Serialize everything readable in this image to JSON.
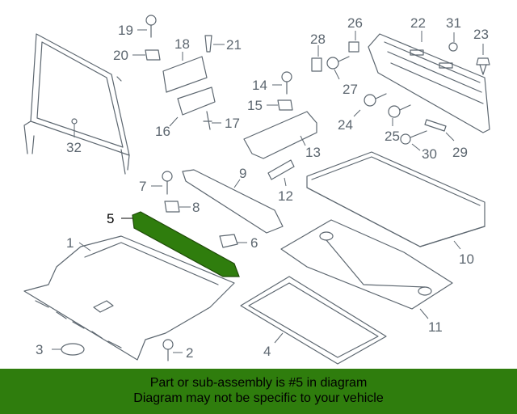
{
  "colors": {
    "line": "#5d6770",
    "highlight": "#2f7d0d",
    "banner_bg": "#2f7d0d",
    "banner_text": "#000000"
  },
  "callouts": {
    "c1": "1",
    "c2": "2",
    "c3": "3",
    "c4": "4",
    "c5": "5",
    "c6": "6",
    "c7": "7",
    "c8": "8",
    "c9": "9",
    "c10": "10",
    "c11": "11",
    "c12": "12",
    "c13": "13",
    "c14": "14",
    "c15": "15",
    "c16": "16",
    "c17": "17",
    "c18": "18",
    "c19": "19",
    "c20": "20",
    "c21": "21",
    "c22": "22",
    "c23": "23",
    "c24": "24",
    "c25": "25",
    "c26": "26",
    "c27": "27",
    "c28": "28",
    "c29": "29",
    "c30": "30",
    "c31": "31",
    "c32": "32"
  },
  "highlighted_part": "5",
  "banner": {
    "line1": "Part or sub-assembly is #5 in diagram",
    "line2": "Diagram may not be specific to your vehicle"
  }
}
